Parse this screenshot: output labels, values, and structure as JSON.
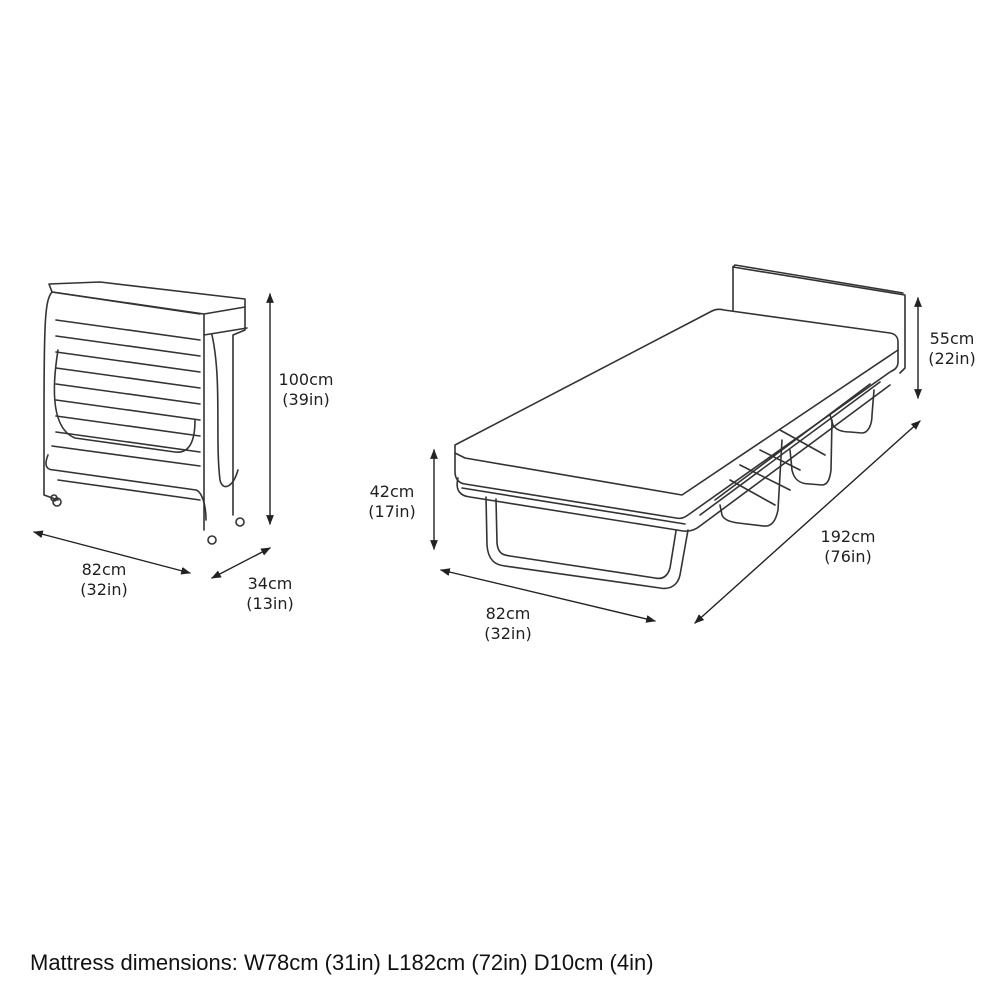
{
  "folded_view": {
    "height": {
      "cm": "100cm",
      "in": "(39in)"
    },
    "width": {
      "cm": "82cm",
      "in": "(32in)"
    },
    "depth": {
      "cm": "34cm",
      "in": "(13in)"
    }
  },
  "open_view": {
    "headboard_height": {
      "cm": "55cm",
      "in": "(22in)"
    },
    "bed_height": {
      "cm": "42cm",
      "in": "(17in)"
    },
    "width": {
      "cm": "82cm",
      "in": "(32in)"
    },
    "length": {
      "cm": "192cm",
      "in": "(76in)"
    }
  },
  "caption": "Mattress dimensions: W78cm (31in) L182cm (72in) D10cm (4in)"
}
